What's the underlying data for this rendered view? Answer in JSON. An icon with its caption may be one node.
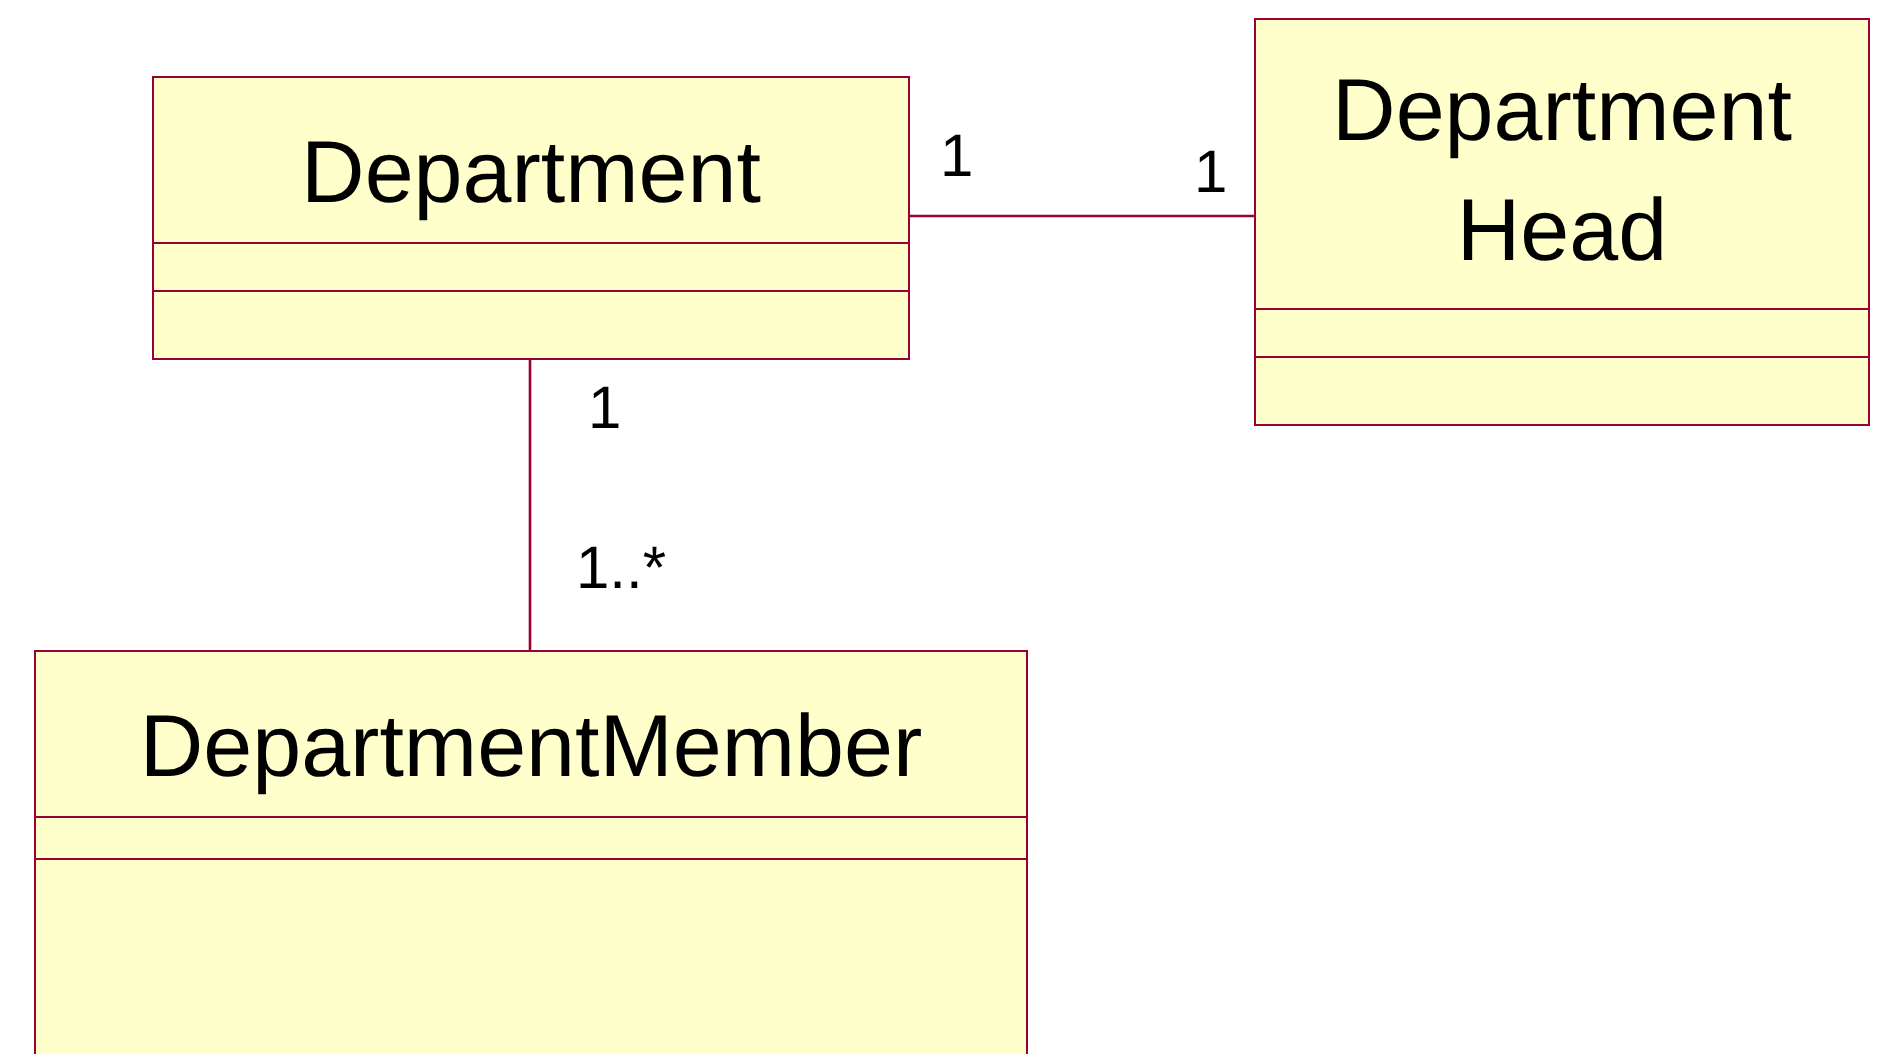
{
  "diagram": {
    "nodes": [
      {
        "text": [
          "Department"
        ]
      },
      {
        "text": [
          "Department Head"
        ]
      },
      {
        "text": [
          "DepartmentMember"
        ]
      }
    ],
    "edges": [
      {
        "from": 0,
        "to": 1,
        "arrow": "none"
      },
      {
        "from": 0,
        "to": 2,
        "arrow": "none"
      }
    ],
    "labels": [
      "1",
      "1",
      "1",
      "1..*"
    ]
  }
}
